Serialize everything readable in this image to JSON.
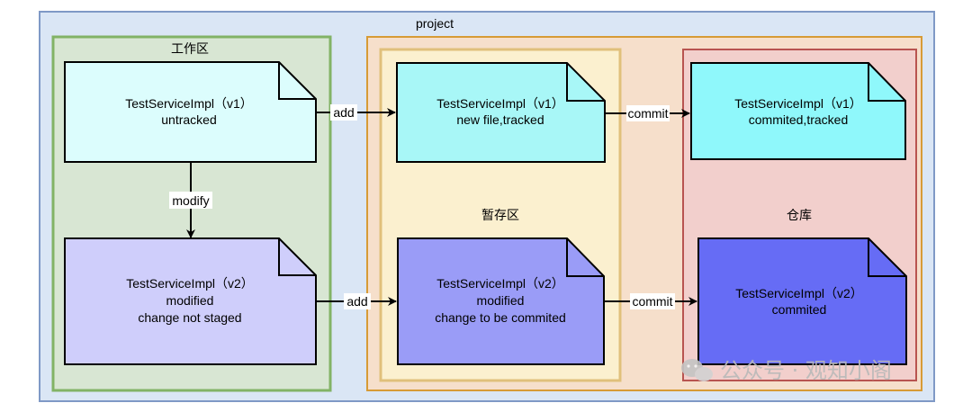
{
  "project": {
    "label": "project"
  },
  "workspace": {
    "label": "工作区"
  },
  "staging": {
    "label": "暂存区"
  },
  "repository": {
    "label": "仓库"
  },
  "docs": {
    "work_v1": {
      "lines": [
        "TestServiceImpl（v1）",
        "untracked"
      ],
      "fill": "#dcfdfd"
    },
    "work_v2": {
      "lines": [
        "TestServiceImpl（v2）",
        "modified",
        "change not staged"
      ],
      "fill": "#cfcefb"
    },
    "stage_v1": {
      "lines": [
        "TestServiceImpl（v1）",
        "new file,tracked"
      ],
      "fill": "#a8f7f7"
    },
    "stage_v2": {
      "lines": [
        "TestServiceImpl（v2）",
        "modified",
        "change to be commited"
      ],
      "fill": "#9a9cf7"
    },
    "repo_v1": {
      "lines": [
        "TestServiceImpl（v1）",
        "commited,tracked"
      ],
      "fill": "#8ff8fb"
    },
    "repo_v2": {
      "lines": [
        "TestServiceImpl（v2）",
        "commited"
      ],
      "fill": "#666cf5"
    }
  },
  "edges": {
    "add_v1": "add",
    "commit_v1": "commit",
    "modify": "modify",
    "add_v2": "add",
    "commit_v2": "commit"
  },
  "watermark": {
    "text": "公众号 · 观知小阁"
  },
  "colors": {
    "project_fill": "#dae6f5",
    "project_stroke": "#7f99c6",
    "workspace_fill": "#d8e6d3",
    "workspace_stroke": "#82b366",
    "outer_fill": "#f6dfcb",
    "outer_stroke": "#d79b36",
    "staging_fill": "#fbf0cf",
    "staging_stroke": "#e0c07b",
    "repo_fill": "#f2cfcc",
    "repo_stroke": "#b85450"
  }
}
